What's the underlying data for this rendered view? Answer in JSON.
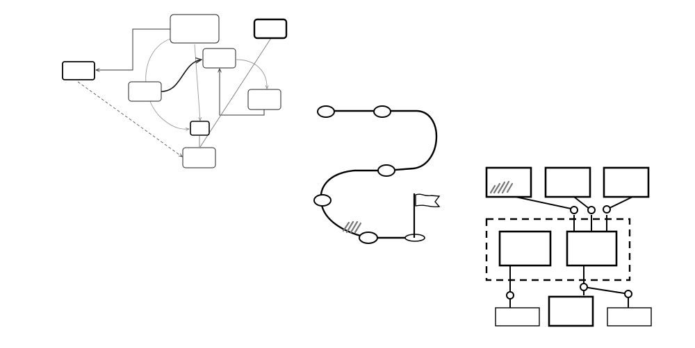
{
  "illustrations": [
    {
      "id": "flow-graph",
      "kind": "flowchart",
      "nodes": 8,
      "connectors": 10
    },
    {
      "id": "winding-path",
      "kind": "roadmap",
      "waypoints": 6,
      "end_marker": "flag-icon"
    },
    {
      "id": "network",
      "kind": "topology",
      "top_screens": 3,
      "grouped_screens": 2,
      "bottom_boxes": 3
    }
  ],
  "colors": {
    "stroke": "#111111",
    "thin_stroke": "#555555",
    "light_stroke": "#9a9a9a",
    "hatch": "#777777",
    "fill": "#ffffff"
  }
}
